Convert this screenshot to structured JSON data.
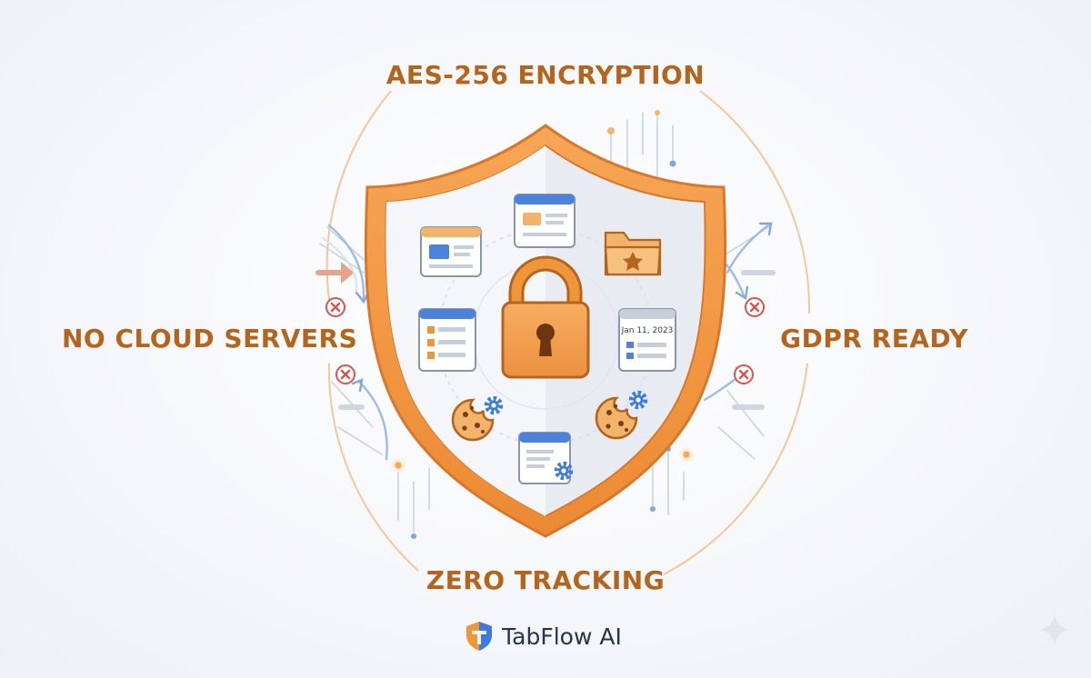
{
  "features": {
    "top": "AES-256 ENCRYPTION",
    "left": "NO CLOUD SERVERS",
    "right": "GDPR READY",
    "bottom": "ZERO TRACKING"
  },
  "calendar": {
    "date": "Jan 11, 2023"
  },
  "brand": {
    "name": "TabFlow AI"
  },
  "icons": {
    "center": "padlock-icon",
    "folder": "star-folder-icon",
    "blocked": "x-circle-icon",
    "cookie": "cookie-icon",
    "gear": "gear-icon",
    "logo": "tabflow-shield-logo-icon",
    "sparkle": "sparkle-icon"
  },
  "colors": {
    "accent_orange": "#f0963a",
    "text_orange": "#b4641c",
    "shield_outline": "#d8782a",
    "block_red": "#e0504a",
    "flow_blue": "#7ea6e0",
    "brand_text": "#27354a"
  }
}
